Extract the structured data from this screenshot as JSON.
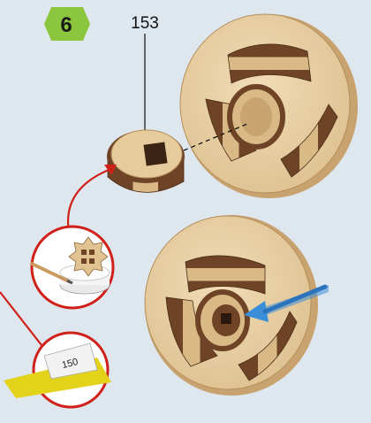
{
  "step": {
    "number": "6"
  },
  "part": {
    "number": "153"
  },
  "sandpaper": {
    "grit": "150"
  },
  "colors": {
    "background": "#dfe7ee",
    "badge": "#8cc63f",
    "wood_light": "#e8cfa5",
    "wood_dark": "#6e4326",
    "callout_red": "#d0201a",
    "blue_arrow": "#3a8fd8"
  },
  "icons": [
    "glue-pot-icon",
    "brush-icon",
    "sandpaper-icon",
    "insert-arrow-icon"
  ]
}
